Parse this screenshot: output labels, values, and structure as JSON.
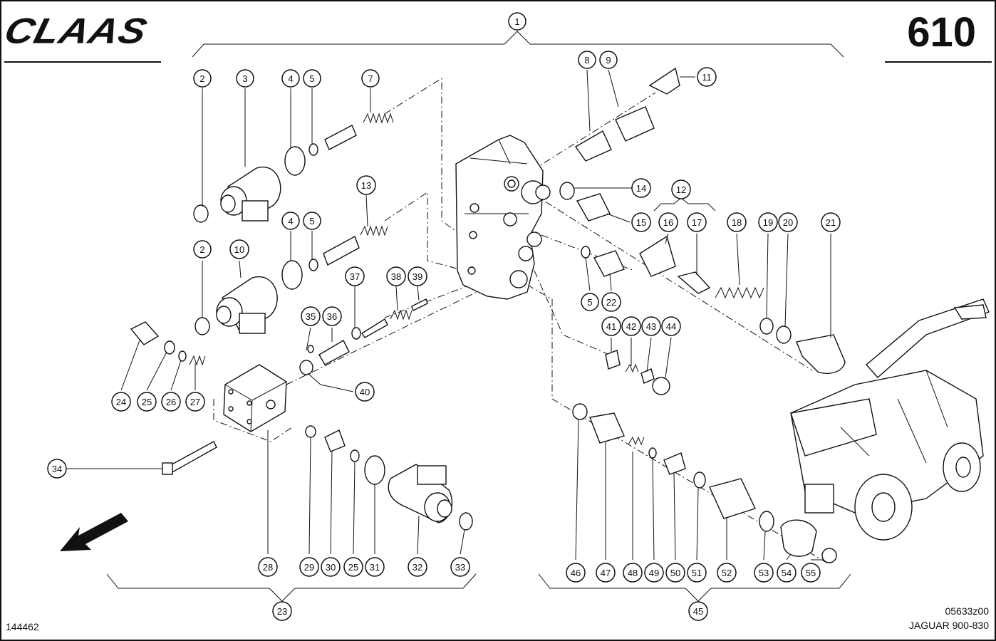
{
  "header": {
    "brand": "CLAAS",
    "page_number": "610"
  },
  "footer": {
    "drawing_code": "144462",
    "ref_code": "05633z00",
    "model": "JAGUAR 900-830"
  },
  "callouts": [
    {
      "id": "c1",
      "label": "1"
    },
    {
      "id": "c2a",
      "label": "2"
    },
    {
      "id": "c3",
      "label": "3"
    },
    {
      "id": "c4a",
      "label": "4"
    },
    {
      "id": "c5a",
      "label": "5"
    },
    {
      "id": "c7",
      "label": "7"
    },
    {
      "id": "c8",
      "label": "8"
    },
    {
      "id": "c9",
      "label": "9"
    },
    {
      "id": "c11",
      "label": "11"
    },
    {
      "id": "c12",
      "label": "12"
    },
    {
      "id": "c13",
      "label": "13"
    },
    {
      "id": "c14",
      "label": "14"
    },
    {
      "id": "c15",
      "label": "15"
    },
    {
      "id": "c16",
      "label": "16"
    },
    {
      "id": "c17",
      "label": "17"
    },
    {
      "id": "c18",
      "label": "18"
    },
    {
      "id": "c19",
      "label": "19"
    },
    {
      "id": "c20",
      "label": "20"
    },
    {
      "id": "c21",
      "label": "21"
    },
    {
      "id": "c2b",
      "label": "2"
    },
    {
      "id": "c10",
      "label": "10"
    },
    {
      "id": "c4b",
      "label": "4"
    },
    {
      "id": "c5b",
      "label": "5"
    },
    {
      "id": "c37",
      "label": "37"
    },
    {
      "id": "c38",
      "label": "38"
    },
    {
      "id": "c39",
      "label": "39"
    },
    {
      "id": "c5c",
      "label": "5"
    },
    {
      "id": "c22",
      "label": "22"
    },
    {
      "id": "c35",
      "label": "35"
    },
    {
      "id": "c36",
      "label": "36"
    },
    {
      "id": "c41",
      "label": "41"
    },
    {
      "id": "c42",
      "label": "42"
    },
    {
      "id": "c43",
      "label": "43"
    },
    {
      "id": "c44",
      "label": "44"
    },
    {
      "id": "c40",
      "label": "40"
    },
    {
      "id": "c24",
      "label": "24"
    },
    {
      "id": "c25a",
      "label": "25"
    },
    {
      "id": "c26",
      "label": "26"
    },
    {
      "id": "c27",
      "label": "27"
    },
    {
      "id": "c34",
      "label": "34"
    },
    {
      "id": "c28",
      "label": "28"
    },
    {
      "id": "c29",
      "label": "29"
    },
    {
      "id": "c30",
      "label": "30"
    },
    {
      "id": "c25b",
      "label": "25"
    },
    {
      "id": "c31",
      "label": "31"
    },
    {
      "id": "c32",
      "label": "32"
    },
    {
      "id": "c33",
      "label": "33"
    },
    {
      "id": "c23",
      "label": "23"
    },
    {
      "id": "c46",
      "label": "46"
    },
    {
      "id": "c47",
      "label": "47"
    },
    {
      "id": "c48",
      "label": "48"
    },
    {
      "id": "c49",
      "label": "49"
    },
    {
      "id": "c50",
      "label": "50"
    },
    {
      "id": "c51",
      "label": "51"
    },
    {
      "id": "c52",
      "label": "52"
    },
    {
      "id": "c53",
      "label": "53"
    },
    {
      "id": "c54",
      "label": "54"
    },
    {
      "id": "c55",
      "label": "55"
    },
    {
      "id": "c45",
      "label": "45"
    }
  ]
}
